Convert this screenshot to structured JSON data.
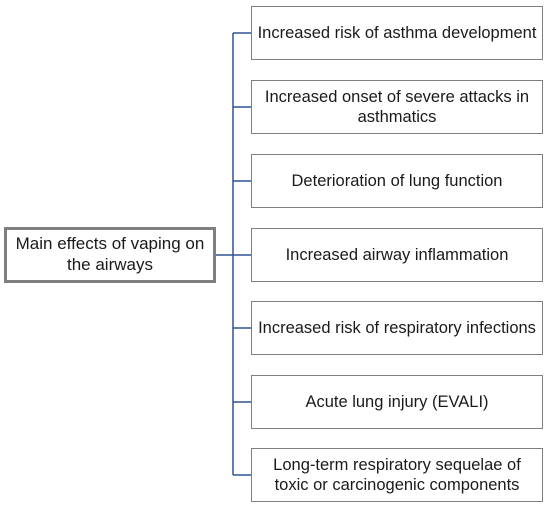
{
  "root": {
    "label": "Main effects of vaping on the airways"
  },
  "effects": [
    {
      "label": "Increased risk of asthma development"
    },
    {
      "label": "Increased onset of severe attacks in asthmatics"
    },
    {
      "label": "Deterioration of lung function"
    },
    {
      "label": "Increased airway inflammation"
    },
    {
      "label": "Increased risk of respiratory infections"
    },
    {
      "label": "Acute lung injury (EVALI)"
    },
    {
      "label": "Long-term respiratory sequelae of toxic or carcinogenic components"
    }
  ],
  "colors": {
    "connector": "#2f5496",
    "box_border": "#7f7f7f",
    "text": "#1a1a1a"
  }
}
